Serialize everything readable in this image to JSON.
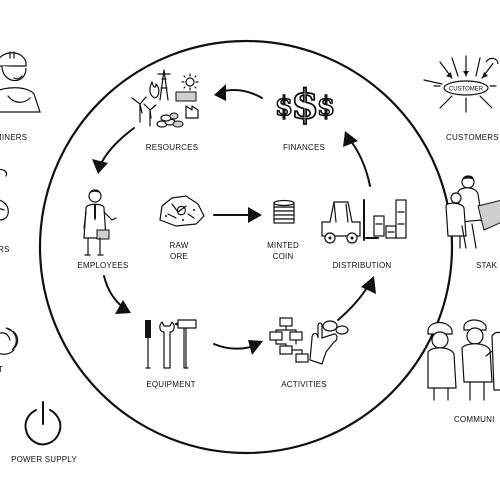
{
  "labels": {
    "resources": "RESOURCES",
    "finances": "FINANCES",
    "employees": "EMPLOYEES",
    "raw_ore_1": "RAW",
    "raw_ore_2": "ORE",
    "minted_coin_1": "MINTED",
    "minted_coin_2": "COIN",
    "distribution": "DISTRIBUTION",
    "equipment": "EQUIPMENT",
    "activities": "ACTIVITIES",
    "miners": "MINERS",
    "customers": "CUSTOMERS",
    "stakeholders": "STAK",
    "left_partial": "RS",
    "communities": "COMMUNI",
    "power_supply": "POWER SUPPLY",
    "customer_badge": "CUSTOMER"
  },
  "icons": {
    "resources": "power-plant-icon",
    "finances": "dollar-signs-icon",
    "employees": "businessman-icon",
    "raw_ore": "ore-rock-icon",
    "minted_coin": "coin-stack-icon",
    "distribution": "forklift-icon",
    "equipment": "tools-icon",
    "activities": "flowchart-icon",
    "miners": "miner-icon",
    "customers": "customer-target-icon",
    "stakeholders": "handshake-icon",
    "communities": "people-icon",
    "power": "power-button-icon"
  }
}
